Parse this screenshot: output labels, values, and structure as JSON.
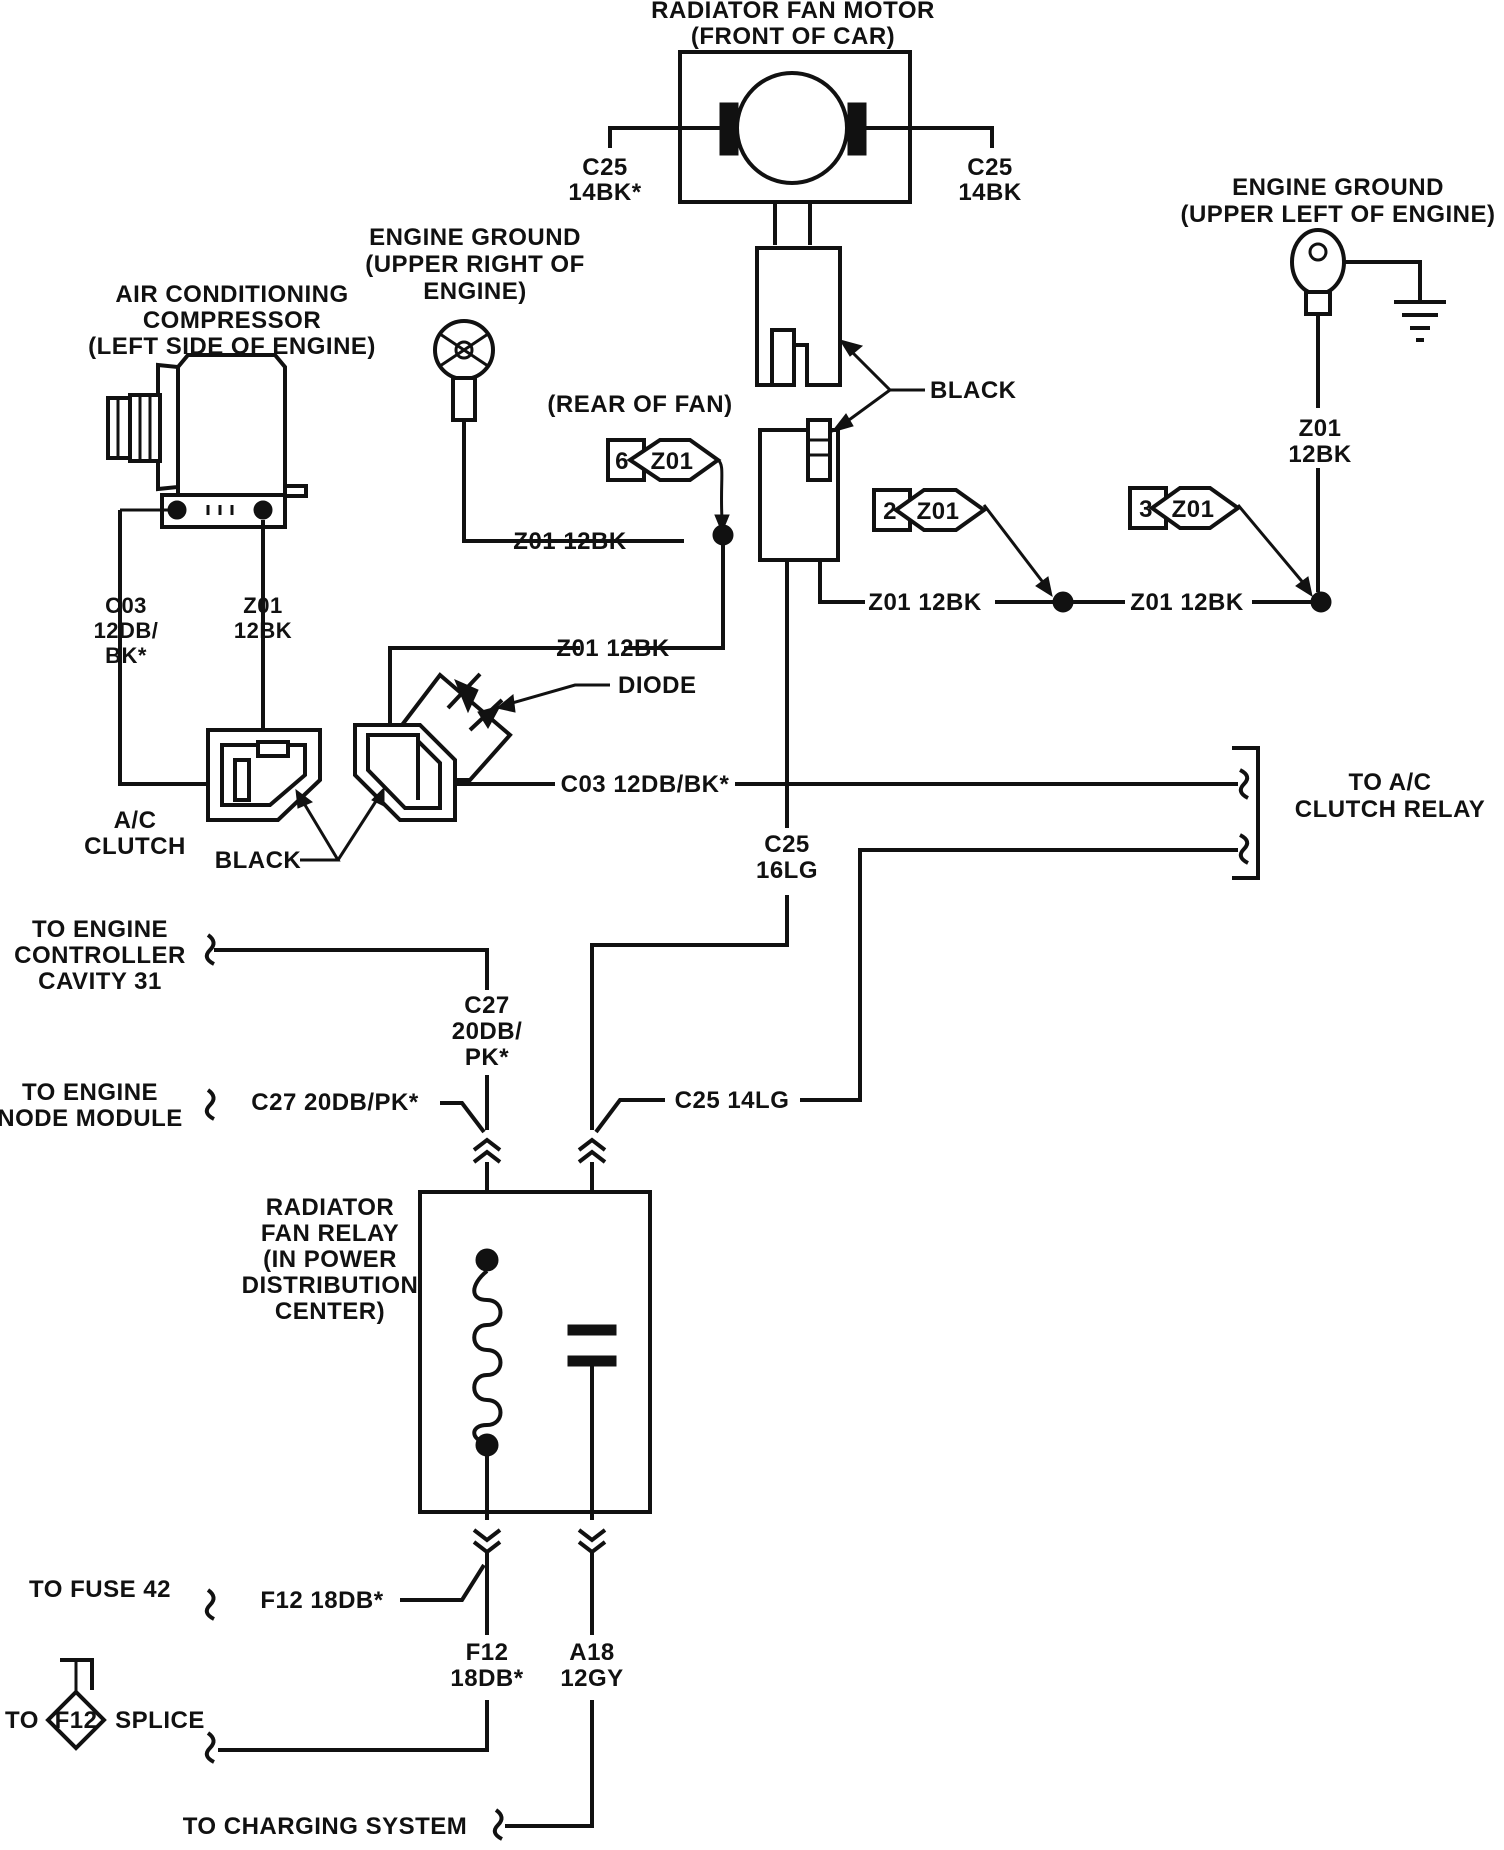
{
  "labels": {
    "fan_motor_title_1": "RADIATOR FAN MOTOR",
    "fan_motor_title_2": "(FRONT OF CAR)",
    "fan_left_wire_1": "C25",
    "fan_left_wire_2": "14BK*",
    "fan_right_wire_1": "C25",
    "fan_right_wire_2": "14BK",
    "eng_gnd_right_1": "ENGINE GROUND",
    "eng_gnd_right_2": "(UPPER RIGHT OF",
    "eng_gnd_right_3": "ENGINE)",
    "eng_gnd_left_1": "ENGINE GROUND",
    "eng_gnd_left_2": "(UPPER LEFT OF ENGINE)",
    "ac_comp_1": "AIR CONDITIONING",
    "ac_comp_2": "COMPRESSOR",
    "ac_comp_3": "(LEFT SIDE OF ENGINE)",
    "rear_of_fan": "(REAR OF FAN)",
    "black_top": "BLACK",
    "z01_vert_1": "Z01",
    "z01_vert_2": "12BK",
    "z01_12bk_a": "Z01 12BK",
    "z01_12bk_b": "Z01 12BK",
    "z01_12bk_c": "Z01 12BK",
    "z01_12bk_d": "Z01 12BK",
    "c03_1": "C03",
    "c03_2": "12DB/",
    "c03_3": "BK*",
    "z01_comp_1": "Z01",
    "z01_comp_2": "12BK",
    "diode": "DIODE",
    "c03_horiz": "C03 12DB/BK*",
    "to_ac_relay_1": "TO A/C",
    "to_ac_relay_2": "CLUTCH RELAY",
    "ac_clutch_1": "A/C",
    "ac_clutch_2": "CLUTCH",
    "black_bottom": "BLACK",
    "c25_16lg_1": "C25",
    "c25_16lg_2": "16LG",
    "to_eng_ctrl_1": "TO ENGINE",
    "to_eng_ctrl_2": "CONTROLLER",
    "to_eng_ctrl_3": "CAVITY 31",
    "c27_1": "C27",
    "c27_2": "20DB/",
    "c27_3": "PK*",
    "to_eng_node_1": "TO ENGINE",
    "to_eng_node_2": "NODE MODULE",
    "c27_horiz": "C27 20DB/PK*",
    "c25_14lg": "C25 14LG",
    "relay_1": "RADIATOR",
    "relay_2": "FAN RELAY",
    "relay_3": "(IN POWER",
    "relay_4": "DISTRIBUTION",
    "relay_5": "CENTER)",
    "to_fuse": "TO FUSE 42",
    "f12_horiz": "F12 18DB*",
    "f12_1": "F12",
    "f12_2": "18DB*",
    "a18_1": "A18",
    "a18_2": "12GY",
    "to_splice_to": "TO",
    "to_splice_splice": "SPLICE",
    "to_charging": "TO CHARGING SYSTEM"
  },
  "splice_tags": {
    "tag6_num": "6",
    "tag6_id": "Z01",
    "tag2_num": "2",
    "tag2_id": "Z01",
    "tag3_num": "3",
    "tag3_id": "Z01",
    "f12_id": "F12"
  }
}
